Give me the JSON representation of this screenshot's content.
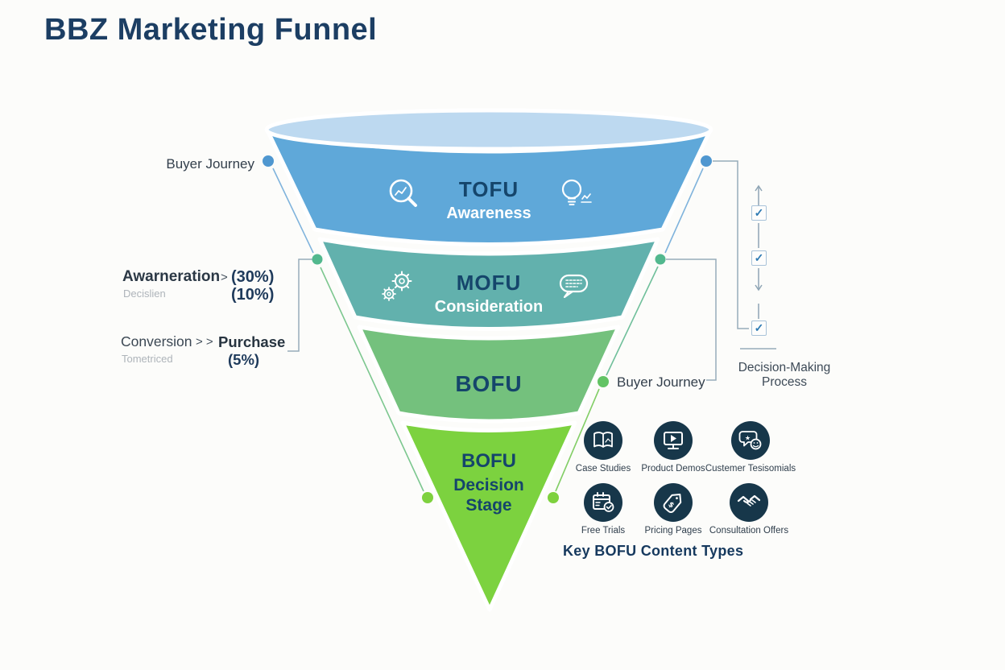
{
  "title": "BBZ Marketing Funnel",
  "funnel": {
    "stages": [
      {
        "label": "TOFU",
        "sublabel": "Awareness"
      },
      {
        "label": "MOFU",
        "sublabel": "Consideration"
      },
      {
        "label": "BOFU",
        "sublabel": ""
      },
      {
        "label": "BOFU",
        "sublabel": "Decision Stage"
      }
    ],
    "colors": {
      "top_ellipse": "#bdd9f0",
      "tofu": "#5fa8d9",
      "mofu": "#62b1ad",
      "bofu": "#74c17d",
      "decision": "#7cd23f",
      "dot_blue": "#4f97d0",
      "dot_teal": "#52b88e",
      "dot_green": "#62c364",
      "dot_lime": "#7ed13e"
    }
  },
  "left_panel": {
    "buyer_journey_label": "Buyer Journey",
    "awareness_row": {
      "label": "Awarneration",
      "sublabel": "Decislien",
      "arrow": ">",
      "value_top": "(30%)",
      "value_bottom": "(10%)"
    },
    "conversion_row": {
      "label": "Conversion",
      "sublabel": "Tometriced",
      "arrows": "> >",
      "target": "Purchase",
      "value": "(5%)"
    }
  },
  "right_panel": {
    "buyer_journey_label": "Buyer Journey",
    "process_label_line1": "Decision-Making",
    "process_label_line2": "Process",
    "checkmark": "✓"
  },
  "content_types": {
    "heading": "Key BOFU Content Types",
    "items": [
      {
        "label": "Case Studies",
        "icon": "book-icon"
      },
      {
        "label": "Product Demos",
        "icon": "monitor-play-icon"
      },
      {
        "label": "Custemer Tesisomials",
        "icon": "testimonial-smiley-icon"
      },
      {
        "label": "Free Trials",
        "icon": "calendar-check-icon"
      },
      {
        "label": "Pricing Pages",
        "icon": "price-tag-icon"
      },
      {
        "label": "Consultation Offers",
        "icon": "handshake-icon"
      }
    ]
  },
  "glyphs": {
    "star": "★",
    "dollar": "$"
  }
}
